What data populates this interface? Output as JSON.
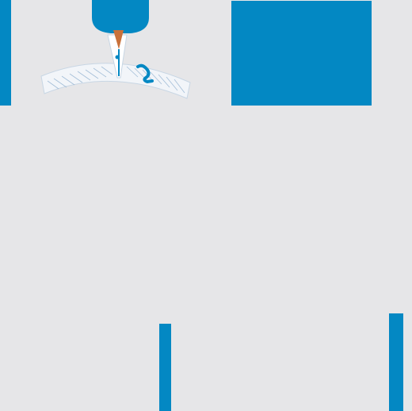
{
  "colors": {
    "background": "#e6e6e8",
    "accent_blue": "#0388c3",
    "needle_orange": "#c9713a",
    "thread_light": "#c8d6e4",
    "thread_mid": "#9bb8d4"
  },
  "illustration": {
    "icon": "dispensing-nozzle-applying-bead-to-curved-surface-icon"
  },
  "blocks": {
    "left_edge_strip": "vertical-accent-bar",
    "top_right_panel": "solid-accent-panel",
    "bottom_middle_strip": "vertical-accent-bar",
    "bottom_right_strip": "vertical-accent-bar"
  }
}
